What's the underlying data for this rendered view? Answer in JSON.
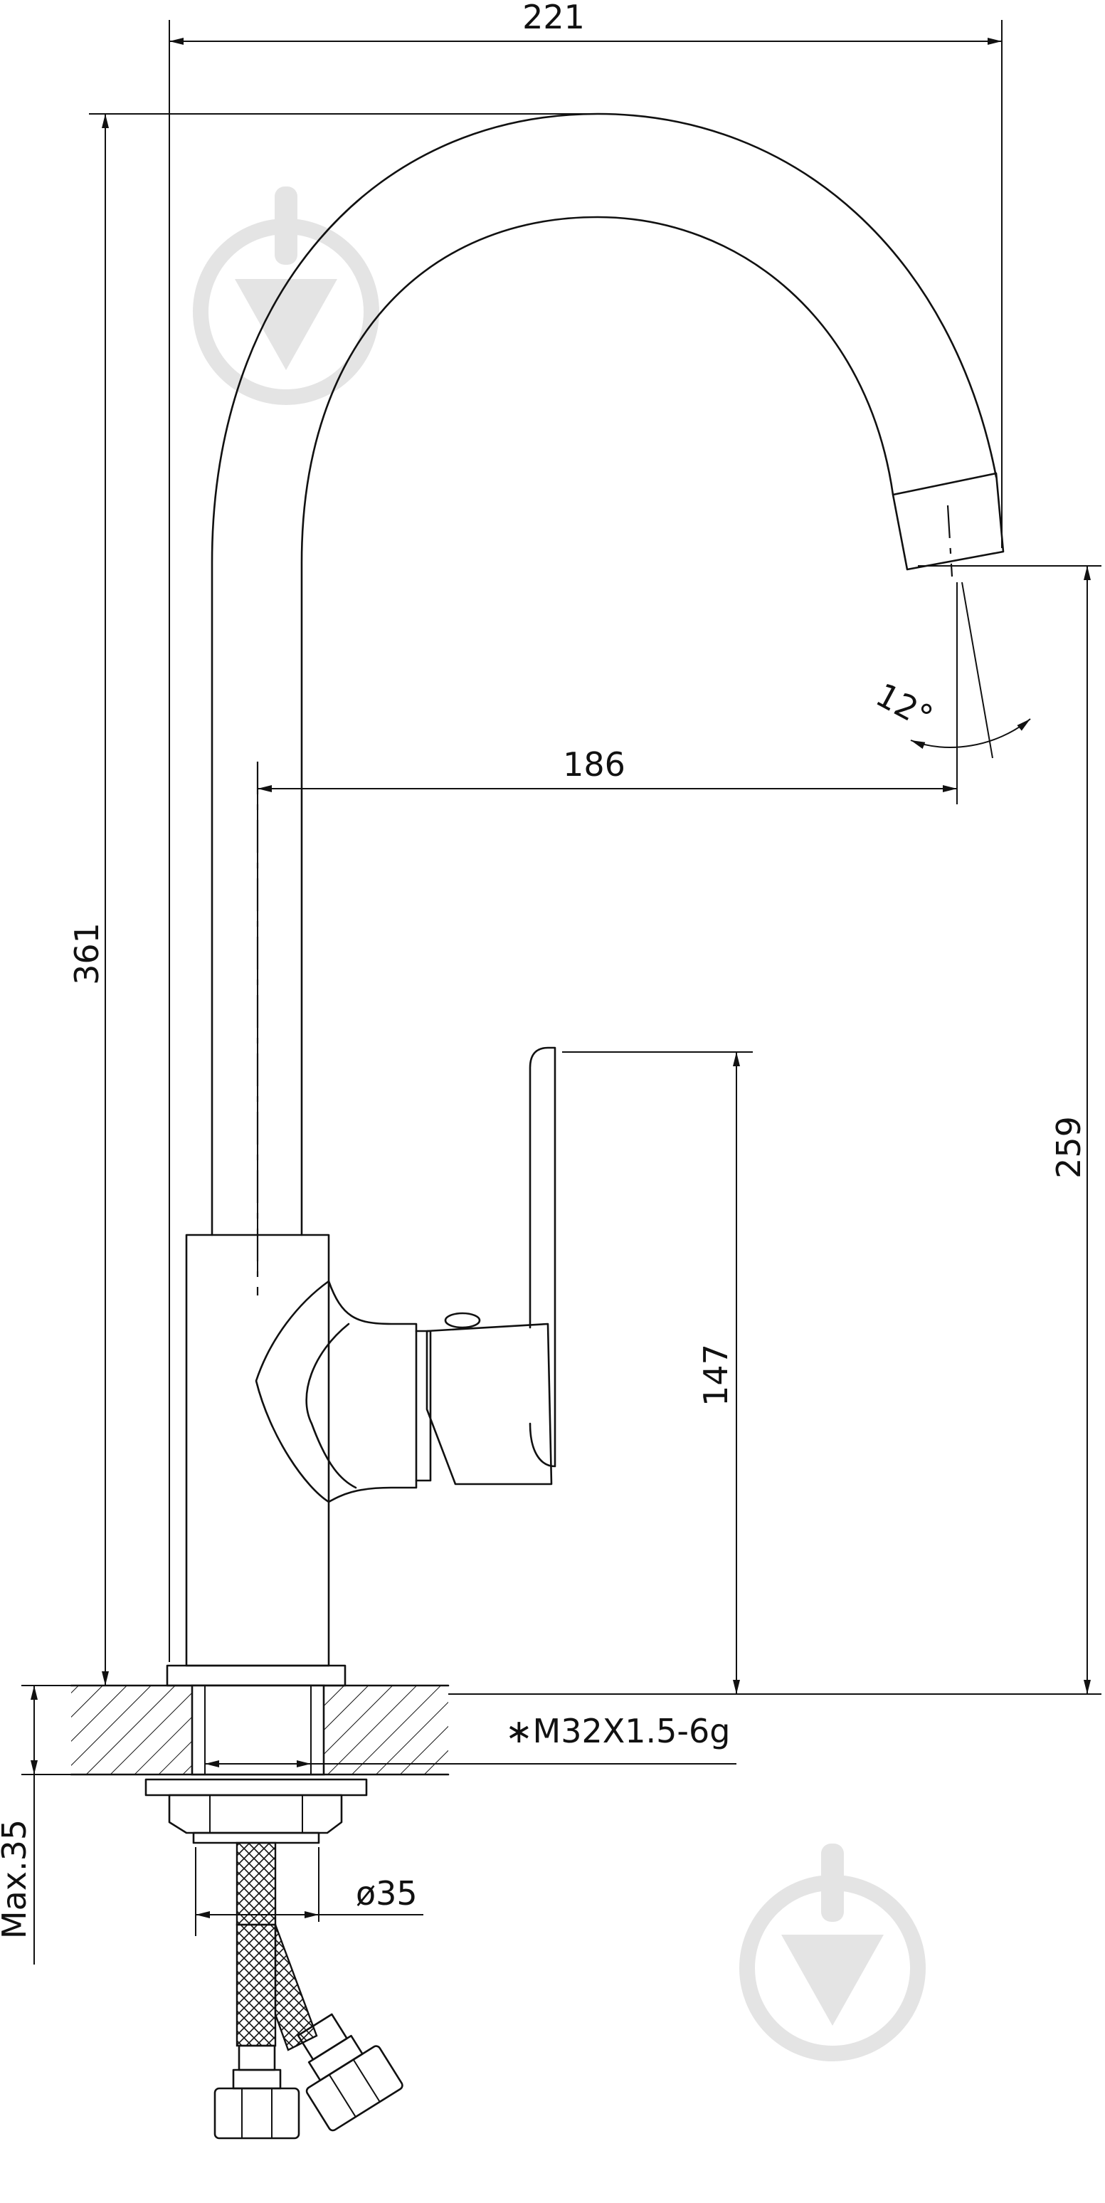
{
  "dimensions": {
    "overall_width": "221",
    "overall_height": "361",
    "spout_reach": "186",
    "spout_clearance": "259",
    "lever_height": "147",
    "spout_angle": "12°",
    "thread": "∗M32X1.5-6g",
    "hose_diameter": "ø35",
    "max_counter_thickness": "Max.35"
  }
}
